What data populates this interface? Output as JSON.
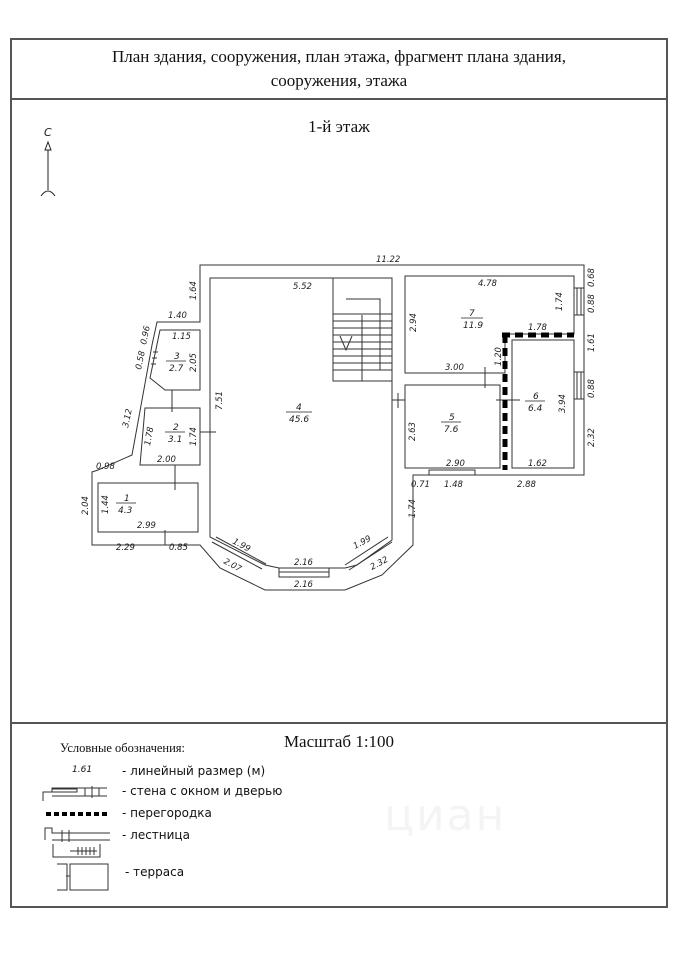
{
  "header": {
    "title_line1": "План здания, сооружения, план этажа, фрагмент плана здания,",
    "title_line2": "сооружения, этажа"
  },
  "plan": {
    "floor_label": "1-й этаж",
    "north_label": "С",
    "rooms": [
      {
        "number": "1",
        "area": "4.3"
      },
      {
        "number": "2",
        "area": "3.1"
      },
      {
        "number": "3",
        "area": "2.7"
      },
      {
        "number": "4",
        "area": "45.6"
      },
      {
        "number": "5",
        "area": "7.6"
      },
      {
        "number": "6",
        "area": "6.4"
      },
      {
        "number": "7",
        "area": "11.9"
      }
    ],
    "dimensions": {
      "top_total": "11.22",
      "d_1_64": "1.64",
      "d_1_40": "1.40",
      "d_0_96": "0.96",
      "d_0_58": "0.58",
      "d_3_12": "3.12",
      "d_0_98": "0.98",
      "d_2_04": "2.04",
      "d_2_29": "2.29",
      "d_0_85": "0.85",
      "room3_top": "1.15",
      "room3_right": "2.05",
      "room2_left": "1.78",
      "room2_right": "1.74",
      "room2_bottom": "2.00",
      "room1_left": "1.44",
      "room1_bottom": "2.99",
      "hall_top": "5.52",
      "hall_left": "7.51",
      "hall_right_upper": "2.63",
      "hall_right_lower": "1.74",
      "bay_left_inner": "1.99",
      "bay_left_outer": "2.07",
      "bay_mid_inner": "2.16",
      "bay_mid_outer": "2.16",
      "bay_right_inner": "1.99",
      "bay_right_outer": "2.32",
      "room7_top": "4.78",
      "room7_left": "2.94",
      "room7_right": "1.74",
      "room7_bottom": "3.00",
      "partition_top": "1.78",
      "partition_left": "1.20",
      "room6_right": "3.94",
      "room5_bottom": "2.90",
      "room6_bottom": "1.62",
      "right_0_68": "0.68",
      "right_0_88a": "0.88",
      "right_1_61": "1.61",
      "right_0_88b": "0.88",
      "right_2_32": "2.32",
      "bottom_0_71": "0.71",
      "bottom_1_48": "1.48",
      "bottom_2_88": "2.88"
    }
  },
  "scale": {
    "label": "Масштаб 1:100"
  },
  "legend": {
    "title": "Условные обозначения:",
    "sample_dimension": "1.61",
    "items": [
      {
        "label": "- линейный размер (м)"
      },
      {
        "label": "- стена с окном и дверью"
      },
      {
        "label": "- перегородка"
      },
      {
        "label": "- лестница"
      },
      {
        "label": "- терраса"
      }
    ]
  },
  "watermark": {
    "text": "циан"
  }
}
